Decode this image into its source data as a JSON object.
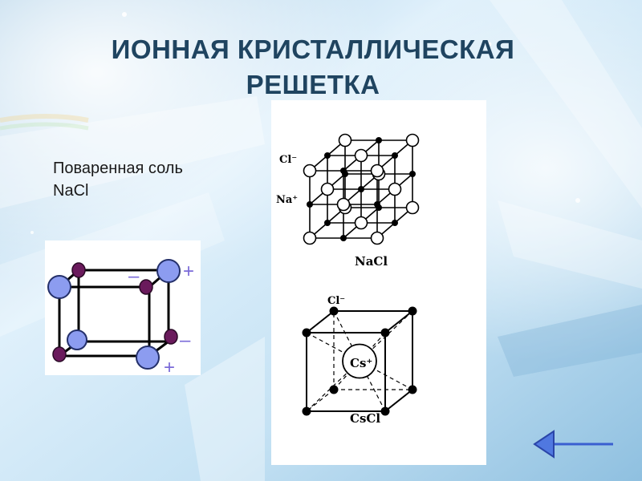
{
  "slide": {
    "title_line1": "ИОННАЯ КРИСТАЛЛИЧЕСКАЯ",
    "title_line2": "РЕШЕТКА",
    "subtitle_line1": "Поваренная соль",
    "subtitle_line2": "NaCl"
  },
  "small_model": {
    "plus_top": "+",
    "minus_top": "–",
    "minus_right": "–",
    "plus_bottom": "+"
  },
  "nacl_figure": {
    "cl_label": "Cl⁻",
    "na_label": "Na⁺",
    "caption": "NaCl"
  },
  "cscl_figure": {
    "cl_label": "Cl⁻",
    "cs_label": "Cs⁺",
    "caption": "CsCl"
  },
  "colors": {
    "title": "#1f4460",
    "large_ion": "#8c9cf0",
    "small_ion": "#6a1a5c",
    "sign": "#7a6ad8",
    "arrow": "#3a5fd0"
  },
  "nav": {
    "back_icon": "left-arrow-icon"
  }
}
